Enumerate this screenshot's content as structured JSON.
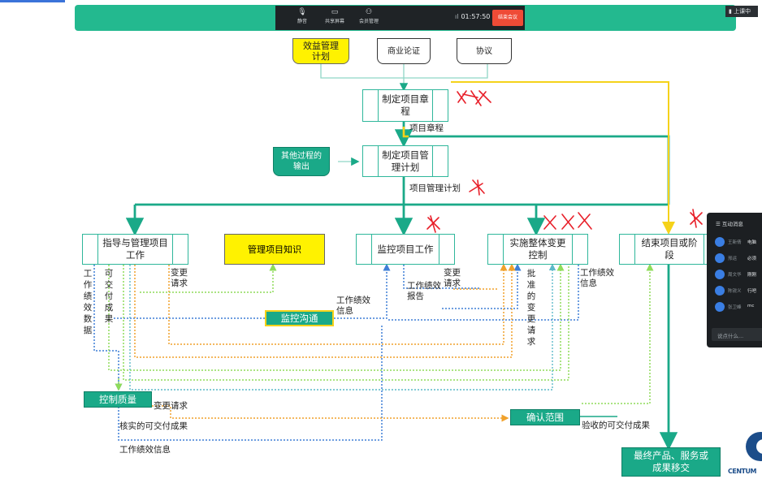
{
  "toolbar": {
    "buttons": [
      {
        "icon": "microphone-icon",
        "label": "静音"
      },
      {
        "icon": "share-screen-icon",
        "label": "共享屏幕"
      },
      {
        "icon": "participants-icon",
        "label": "会员管理"
      }
    ],
    "timer": "01:57:50",
    "end_button": "结束会议",
    "speaker": "上课中"
  },
  "diagram": {
    "inputs": {
      "business_doc": "效益管理计划",
      "business_case": "商业论证",
      "agreements": "协议",
      "other_outputs": "其他过程的输出"
    },
    "processes": {
      "develop_charter": "制定项目章程",
      "develop_plan": "制定项目管理计划",
      "direct_manage": "指导与管理项目工作",
      "manage_knowledge": "管理项目知识",
      "monitor_control": "监控项目工作",
      "integrated_change": "实施整体变更控制",
      "close_project": "结束项目或阶段",
      "monitor_communications": "监控沟通",
      "control_quality": "控制质量",
      "validate_scope": "确认范围",
      "final_product": "最终产品、服务或成果移交"
    },
    "labels": {
      "project_charter": "项目章程",
      "project_plan": "项目管理计划",
      "work_performance_data": "工作绩效数据",
      "deliverables": "可交付成果",
      "change_requests_1": "变更请求",
      "work_performance_info_1": "工作绩效信息",
      "change_requests_2": "变更请求",
      "work_performance_reports": "工作绩效报告",
      "approved_change_requests": "批准的变更请求",
      "work_performance_info_2": "工作绩效信息",
      "change_requests_3": "变更请求",
      "verified_deliverables": "核实的可交付成果",
      "work_performance_info_3": "工作绩效信息",
      "accepted_deliverables": "验收的可交付成果"
    }
  },
  "chat": {
    "title": "互动消息",
    "messages": [
      {
        "name": "王新倩",
        "text": "电脑"
      },
      {
        "name": "邢运",
        "text": "必须"
      },
      {
        "name": "周文华",
        "text": "刚刚"
      },
      {
        "name": "陈锐义",
        "text": "行吧"
      },
      {
        "name": "张卫峰",
        "text": "mc"
      }
    ],
    "placeholder": "说点什么..."
  },
  "logo_text": "CENTUM",
  "colors": {
    "green": "#1aa988",
    "teal_line": "#2fb79b",
    "yellow": "#fff200",
    "red_mark": "#e8202a",
    "blue_dot": "#3f7fd6",
    "orange_dot": "#f0a12b",
    "lime_dot": "#8fdc5a"
  }
}
